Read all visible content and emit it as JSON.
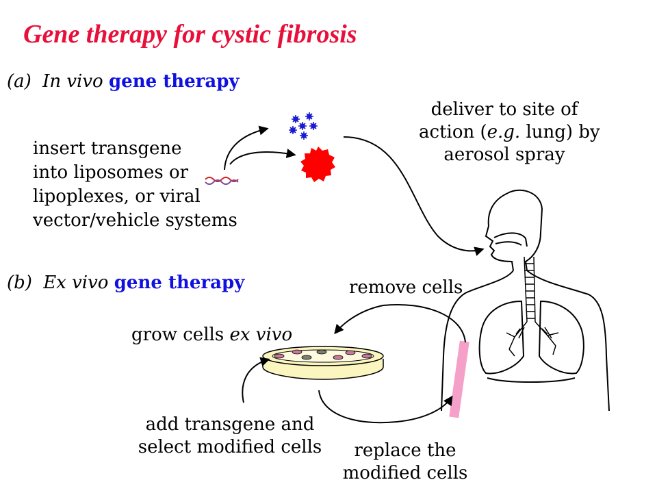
{
  "title": "Gene therapy for cystic fibrosis",
  "in_vivo": {
    "prefix": "(a)",
    "italic": "In vivo",
    "bold": "gene therapy",
    "step_text": [
      "insert transgene",
      "into liposomes or",
      "lipoplexes, or viral",
      "vector/vehicle systems"
    ],
    "deliver_line1": "deliver to site of",
    "deliver_line2a": "action (",
    "deliver_line2b": "e.g.",
    "deliver_line2c": " lung) by",
    "deliver_line3": "aerosol spray"
  },
  "ex_vivo": {
    "prefix": "(b)",
    "italic": "Ex vivo",
    "bold": "gene therapy",
    "remove_cells": "remove cells",
    "grow_a": "grow cells ",
    "grow_b": "ex vivo",
    "add_line1": "add transgene and",
    "add_line2": "select modified cells",
    "replace_line1": "replace the",
    "replace_line2": "modified cells"
  },
  "colors": {
    "title": "#e8103a",
    "heading_blue": "#1010e0",
    "liposome_red": "#ff0000",
    "virus_blue": "#1a1ad0",
    "dna_red": "#d02020",
    "strip_pink": "#f5a0c8",
    "dish_yellow": "#fbf5c0",
    "cell_pink": "#c87898",
    "cell_gray": "#7a8070"
  }
}
